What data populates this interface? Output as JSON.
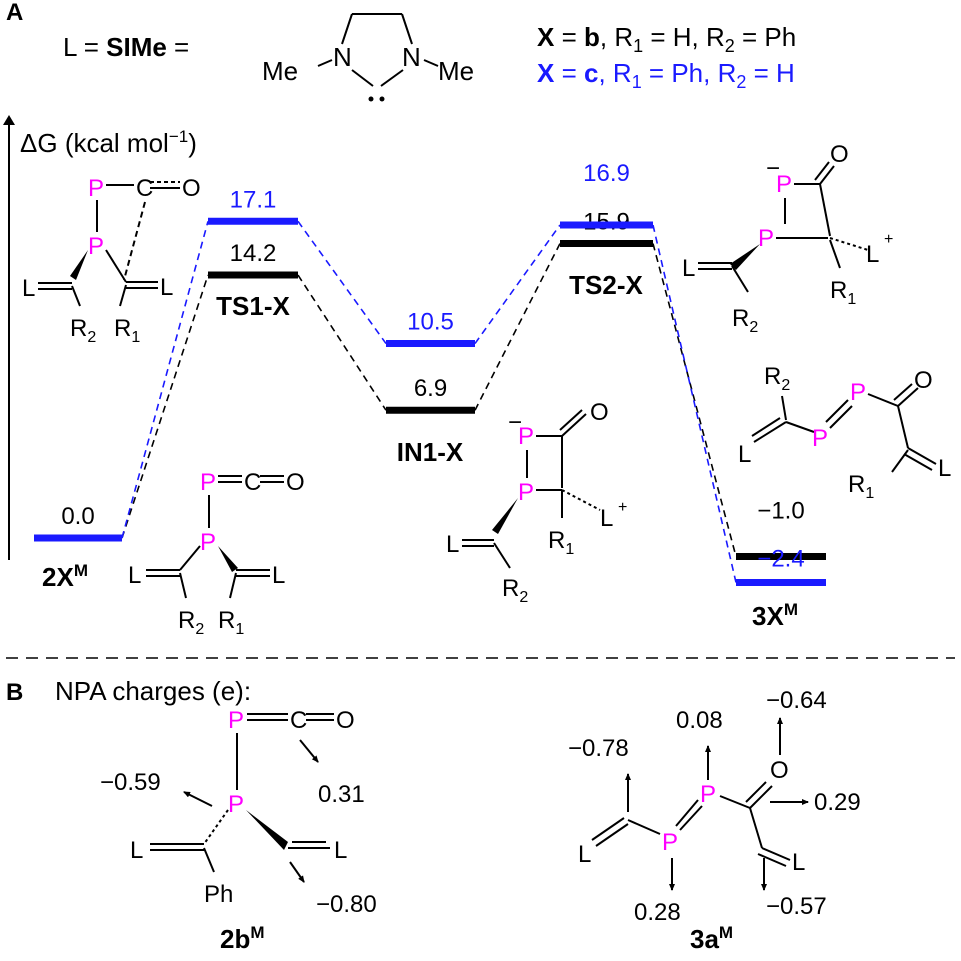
{
  "panel_a": {
    "label": "A",
    "ligand": {
      "prefix": "L = ",
      "name": "SIMe",
      "eq": " =",
      "me_left": "Me",
      "me_right": "Me",
      "n": "N"
    },
    "legend": [
      {
        "x_sym": "X",
        "eq": " = ",
        "x_val": "b",
        "rest": ", R",
        "r1": "1",
        "mid": " = H, R",
        "r2": "2",
        "end": " = Ph",
        "color": "#000000"
      },
      {
        "x_sym": "X",
        "eq": " = ",
        "x_val": "c",
        "rest": ", R",
        "r1": "1",
        "mid": " = Ph, R",
        "r2": "2",
        "end": " = H",
        "color": "#1a1aff"
      }
    ],
    "axis": {
      "main": "ΔG (kcal mol",
      "sup": "−1",
      "close": ")"
    },
    "states": [
      "2X",
      "TS1-X",
      "IN1-X",
      "TS2-X",
      "3X"
    ],
    "state_sup": "M",
    "series_b": {
      "color": "#000000",
      "labels": [
        "0.0",
        "14.2",
        "6.9",
        "15.9",
        "−1.0"
      ]
    },
    "series_c": {
      "color": "#1a1aff",
      "labels": [
        "",
        "17.1",
        "10.5",
        "16.9",
        "−2.4"
      ]
    },
    "atoms": {
      "P": "P",
      "C": "C",
      "O": "O",
      "L": "L",
      "R": "R",
      "one": "1",
      "two": "2",
      "minus": "−",
      "plus": "+"
    }
  },
  "panel_b": {
    "label": "B",
    "title": "NPA charges (e):",
    "left": {
      "name": "2b",
      "sup": "M",
      "ph": "Ph",
      "charges": [
        "−0.59",
        "0.31",
        "−0.80"
      ]
    },
    "right": {
      "name": "3a",
      "sup": "M",
      "charges": [
        "−0.78",
        "0.08",
        "−0.64",
        "0.29",
        "0.28",
        "−0.57"
      ]
    }
  },
  "colors": {
    "black_series": "#000000",
    "blue_series": "#1a1aff",
    "phosphorus": "#ff00ff"
  },
  "chart_data": {
    "type": "line",
    "categories": [
      "2X",
      "TS1-X",
      "IN1-X",
      "TS2-X",
      "3X"
    ],
    "series": [
      {
        "name": "b",
        "values": [
          0.0,
          14.2,
          6.9,
          15.9,
          -1.0
        ]
      },
      {
        "name": "c",
        "values": [
          0.0,
          17.1,
          10.5,
          16.9,
          -2.4
        ]
      }
    ],
    "ylabel": "ΔG (kcal mol−1)"
  }
}
